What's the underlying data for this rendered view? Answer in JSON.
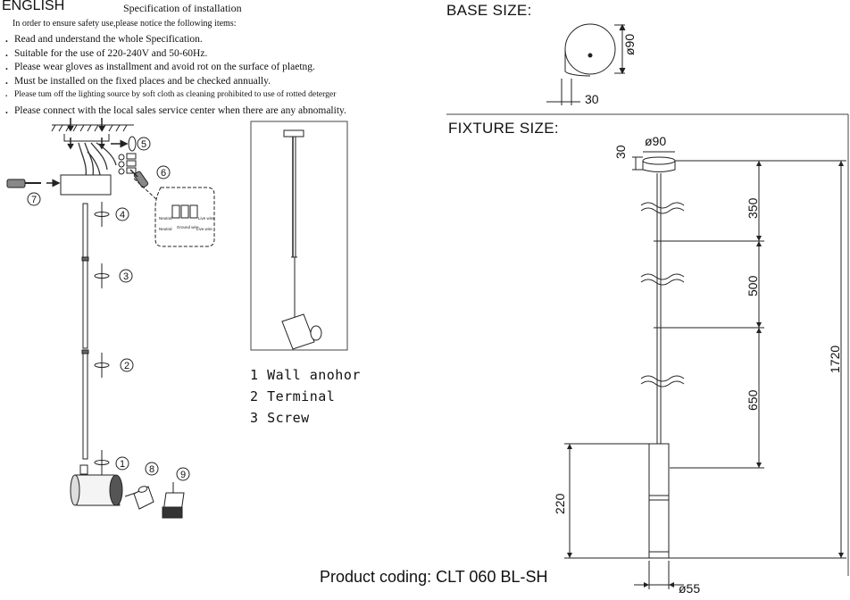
{
  "header": {
    "language": "ENGLISH",
    "spec_title": "Specification of installation",
    "intro": "In order to ensure safety use,please notice the following items:"
  },
  "notes": [
    "Read and understand the whole Specification.",
    "Suitable for the use of 220-240V and 50-60Hz.",
    "Please wear gloves as installment and avoid rot on the surface of plaetng.",
    "Must be installed on the fixed places and be checked annually.",
    "Please tum off the lighting source by soft cloth as cleaning prohibited to use of rotted deterger",
    "Please connect with the local sales service center when there are any abnomality."
  ],
  "bullet": ".",
  "callouts": [
    "1",
    "2",
    "3",
    "4",
    "5",
    "6",
    "7",
    "8",
    "9"
  ],
  "wiring": {
    "labels": [
      "Neutral",
      "Ground wire",
      "Live wire",
      "Neutral",
      "Live wire"
    ]
  },
  "legend": [
    {
      "num": "1",
      "text": "Wall anohor"
    },
    {
      "num": "2",
      "text": "Terminal"
    },
    {
      "num": "3",
      "text": "Screw"
    }
  ],
  "base": {
    "title": "BASE SIZE:",
    "diameter": "ø90",
    "height": "30"
  },
  "fixture": {
    "title": "FIXTURE SIZE:",
    "canopy_height": "30",
    "canopy_diameter": "ø90",
    "seg1": "350",
    "seg2": "500",
    "seg3": "650",
    "total": "1720",
    "head_length": "220",
    "head_diameter": "ø55"
  },
  "footer": {
    "product_coding": "Product coding: CLT 060 BL-SH"
  }
}
